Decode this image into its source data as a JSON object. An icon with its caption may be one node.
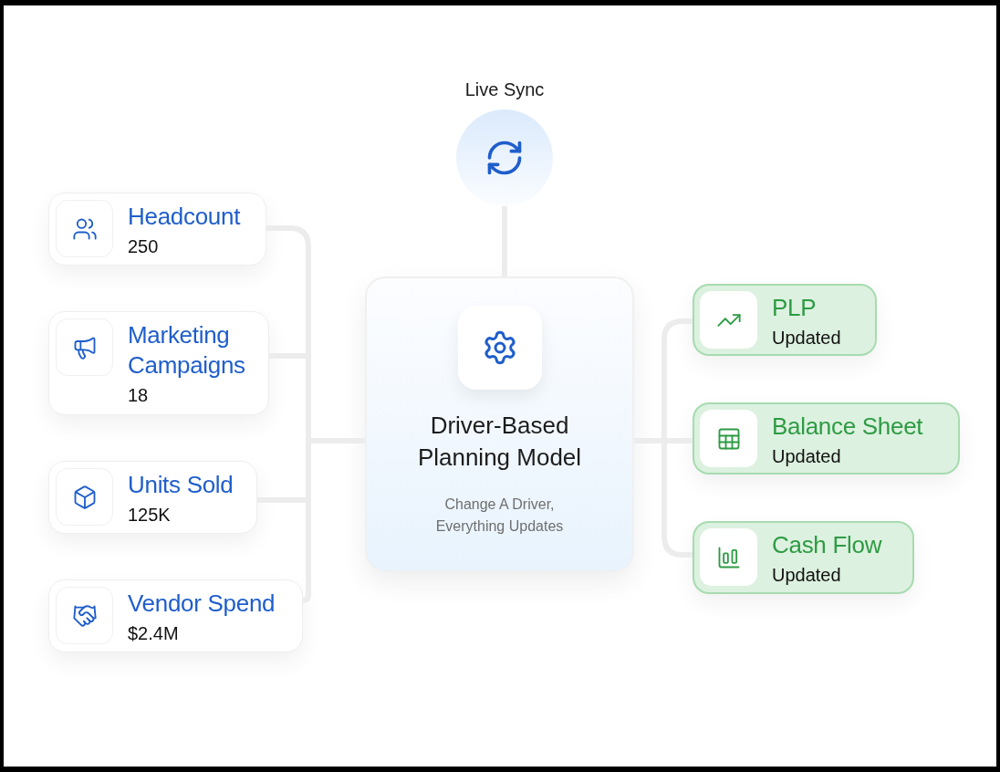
{
  "diagram": {
    "nodes": [
      {
        "text": [
          "Live Sync"
        ]
      },
      {
        "text": [
          "Headcount",
          "250"
        ]
      },
      {
        "text": [
          "Marketing Campaigns",
          "18"
        ]
      },
      {
        "text": [
          "Units Sold",
          "125K"
        ]
      },
      {
        "text": [
          "Vendor Spend",
          "$2.4M"
        ]
      },
      {
        "text": [
          "Driver-Based Planning Model",
          "Change A Driver, Everything Updates"
        ]
      },
      {
        "text": [
          "PLP",
          "Updated"
        ]
      },
      {
        "text": [
          "Balance Sheet",
          "Updated"
        ]
      },
      {
        "text": [
          "Cash Flow",
          "Updated"
        ]
      }
    ],
    "edges": [
      {
        "from": 0,
        "to": 5,
        "arrow": "none"
      },
      {
        "from": 1,
        "to": 5,
        "arrow": "none"
      },
      {
        "from": 2,
        "to": 5,
        "arrow": "none"
      },
      {
        "from": 3,
        "to": 5,
        "arrow": "none"
      },
      {
        "from": 4,
        "to": 5,
        "arrow": "none"
      },
      {
        "from": 5,
        "to": 6,
        "arrow": "none"
      },
      {
        "from": 5,
        "to": 7,
        "arrow": "none"
      },
      {
        "from": 5,
        "to": 8,
        "arrow": "none"
      }
    ]
  }
}
